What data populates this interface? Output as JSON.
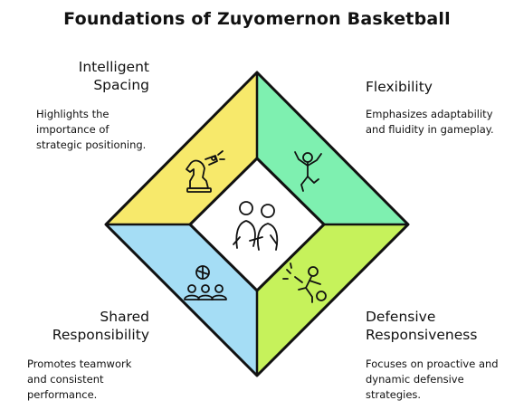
{
  "title": "Foundations of Zuyomernon Basketball",
  "quadrants": [
    {
      "key": "top-left",
      "heading": "Intelligent Spacing",
      "description": "Highlights the importance of strategic positioning.",
      "color": "#f7e96b",
      "icon": "chess-knight-icon"
    },
    {
      "key": "top-right",
      "heading": "Flexibility",
      "description": "Emphasizes adaptability and fluidity in gameplay.",
      "color": "#7ef0b0",
      "icon": "jumping-figure-icon"
    },
    {
      "key": "bottom-left",
      "heading": "Shared Responsibility",
      "description": "Promotes teamwork and consistent performance.",
      "color": "#a5ddf5",
      "icon": "team-with-ball-icon"
    },
    {
      "key": "bottom-right",
      "heading": "Defensive Responsiveness",
      "description": "Focuses on proactive and dynamic defensive strategies.",
      "color": "#c6f25b",
      "icon": "defender-with-ball-icon"
    }
  ],
  "center": {
    "icon": "two-people-icon"
  }
}
